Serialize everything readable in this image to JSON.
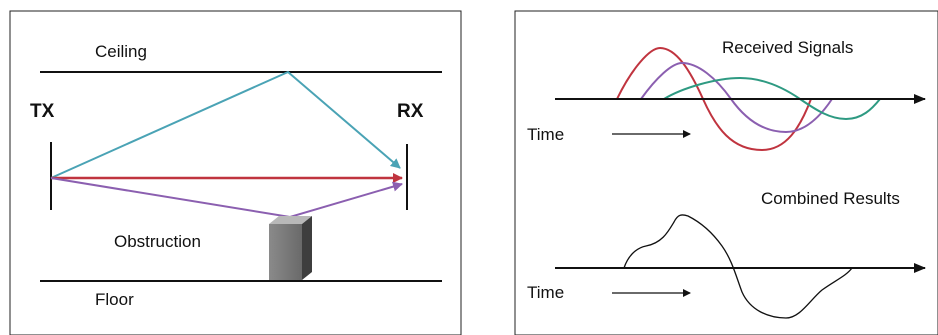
{
  "left_panel": {
    "ceiling_label": "Ceiling",
    "floor_label": "Floor",
    "tx_label": "TX",
    "rx_label": "RX",
    "obstruction_label": "Obstruction"
  },
  "right_panel": {
    "received_title": "Received Signals",
    "combined_title": "Combined Results",
    "time_label_top": "Time",
    "time_label_bottom": "Time"
  },
  "colors": {
    "reflected_ceiling_path": "#4aa3b5",
    "direct_path": "#c0343f",
    "obstruction_path": "#8b5fb0",
    "signal_red": "#c0343f",
    "signal_purple": "#8b5fb0",
    "signal_green": "#2e9a82"
  }
}
